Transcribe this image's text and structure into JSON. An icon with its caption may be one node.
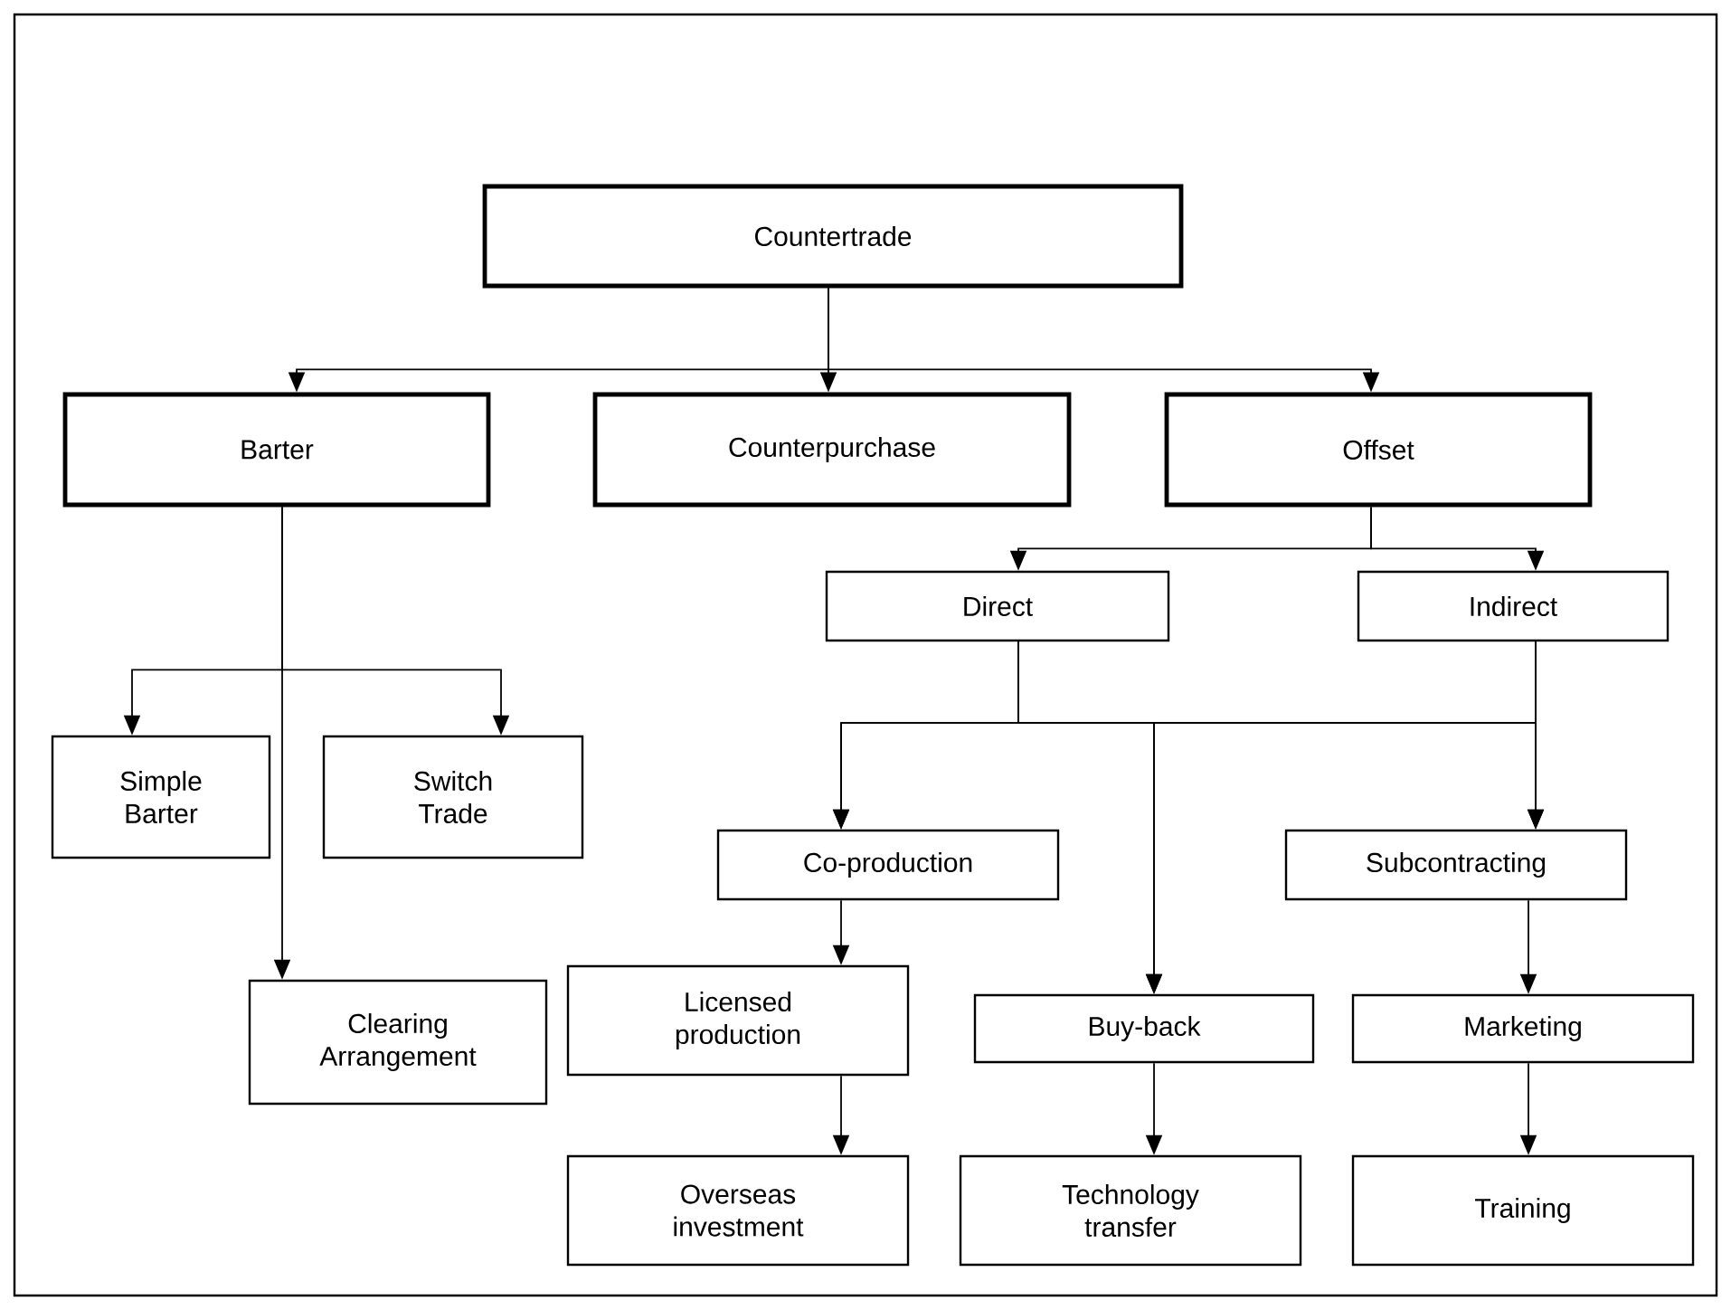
{
  "diagram": {
    "nodes": [
      {
        "text": [
          "Countertrade"
        ]
      },
      {
        "text": [
          "Barter"
        ]
      },
      {
        "text": [
          "Counterpurchase"
        ]
      },
      {
        "text": [
          "Offset"
        ]
      },
      {
        "text": [
          "Direct"
        ]
      },
      {
        "text": [
          "Indirect"
        ]
      },
      {
        "text": [
          "Simple Barter"
        ]
      },
      {
        "text": [
          "Switch Trade"
        ]
      },
      {
        "text": [
          "Clearing Arrangement"
        ]
      },
      {
        "text": [
          "Co-production"
        ]
      },
      {
        "text": [
          "Subcontracting"
        ]
      },
      {
        "text": [
          "Licensed production"
        ]
      },
      {
        "text": [
          "Buy-back"
        ]
      },
      {
        "text": [
          "Marketing"
        ]
      },
      {
        "text": [
          "Overseas investment"
        ]
      },
      {
        "text": [
          "Technology transfer"
        ]
      },
      {
        "text": [
          "Training"
        ]
      }
    ],
    "edges": [
      {
        "from": 0,
        "to": 1,
        "arrow": "to"
      },
      {
        "from": 0,
        "to": 2,
        "arrow": "to"
      },
      {
        "from": 0,
        "to": 3,
        "arrow": "to"
      },
      {
        "from": 1,
        "to": 6,
        "arrow": "to"
      },
      {
        "from": 1,
        "to": 7,
        "arrow": "to"
      },
      {
        "from": 1,
        "to": 8,
        "arrow": "to"
      },
      {
        "from": 3,
        "to": 4,
        "arrow": "to"
      },
      {
        "from": 3,
        "to": 5,
        "arrow": "to"
      },
      {
        "from": 4,
        "to": 9,
        "arrow": "to"
      },
      {
        "from": 4,
        "to": 12,
        "arrow": "to"
      },
      {
        "from": 4,
        "to": 10,
        "arrow": "to"
      },
      {
        "from": 5,
        "to": 9,
        "arrow": "to"
      },
      {
        "from": 5,
        "to": 12,
        "arrow": "to"
      },
      {
        "from": 5,
        "to": 10,
        "arrow": "to"
      },
      {
        "from": 9,
        "to": 11,
        "arrow": "to"
      },
      {
        "from": 11,
        "to": 14,
        "arrow": "to"
      },
      {
        "from": 12,
        "to": 15,
        "arrow": "to"
      },
      {
        "from": 10,
        "to": 13,
        "arrow": "to"
      },
      {
        "from": 13,
        "to": 16,
        "arrow": "to"
      }
    ]
  }
}
